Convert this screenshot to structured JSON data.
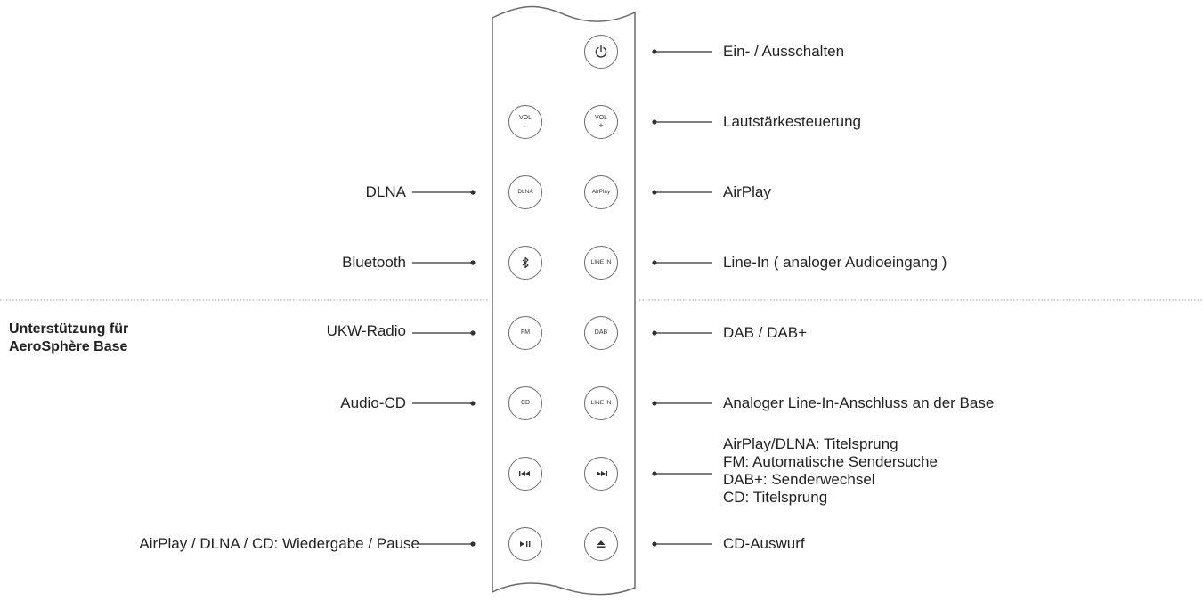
{
  "section": {
    "line1": "Unterstützung für",
    "line2": "AeroSphère Base"
  },
  "left_labels": {
    "dlna": "DLNA",
    "bluetooth": "Bluetooth",
    "ukw": "UKW-Radio",
    "audio_cd": "Audio-CD",
    "play_pause": "AirPlay / DLNA / CD: Wiedergabe / Pause"
  },
  "right_labels": {
    "power": "Ein- / Ausschalten",
    "volume": "Lautstärkesteuerung",
    "airplay": "AirPlay",
    "line_in": "Line-In ( analoger Audioeingang )",
    "dab": "DAB / DAB+",
    "line_in_base": "Analoger Line-In-Anschluss an der Base",
    "skip": [
      "AirPlay/DLNA: Titelsprung",
      "FM: Automatische Sendersuche",
      "DAB+: Senderwechsel",
      "CD: Titelsprung"
    ],
    "eject": "CD-Auswurf"
  },
  "buttons": {
    "power": {
      "icon": "power-icon"
    },
    "vol_minus": {
      "top": "VOL",
      "bottom": "–"
    },
    "vol_plus": {
      "top": "VOL",
      "bottom": "+"
    },
    "dlna": "DLNA",
    "airplay": "AirPlay",
    "bluetooth": {
      "icon": "bluetooth-icon"
    },
    "line_in": "LINE IN",
    "fm": "FM",
    "dab": "DAB",
    "cd": "CD",
    "line_in_base": "LINE IN",
    "prev": {
      "icon": "previous-track-icon",
      "glyph": "I◀◀"
    },
    "next": {
      "icon": "next-track-icon",
      "glyph": "▶▶I"
    },
    "play_pause": {
      "icon": "play-pause-icon",
      "glyph": "▶II"
    },
    "eject": {
      "icon": "eject-icon",
      "glyph": "⏏"
    }
  },
  "colors": {
    "line": "#6b6b6b",
    "text": "#222222",
    "divider": "#9a9a9a"
  }
}
